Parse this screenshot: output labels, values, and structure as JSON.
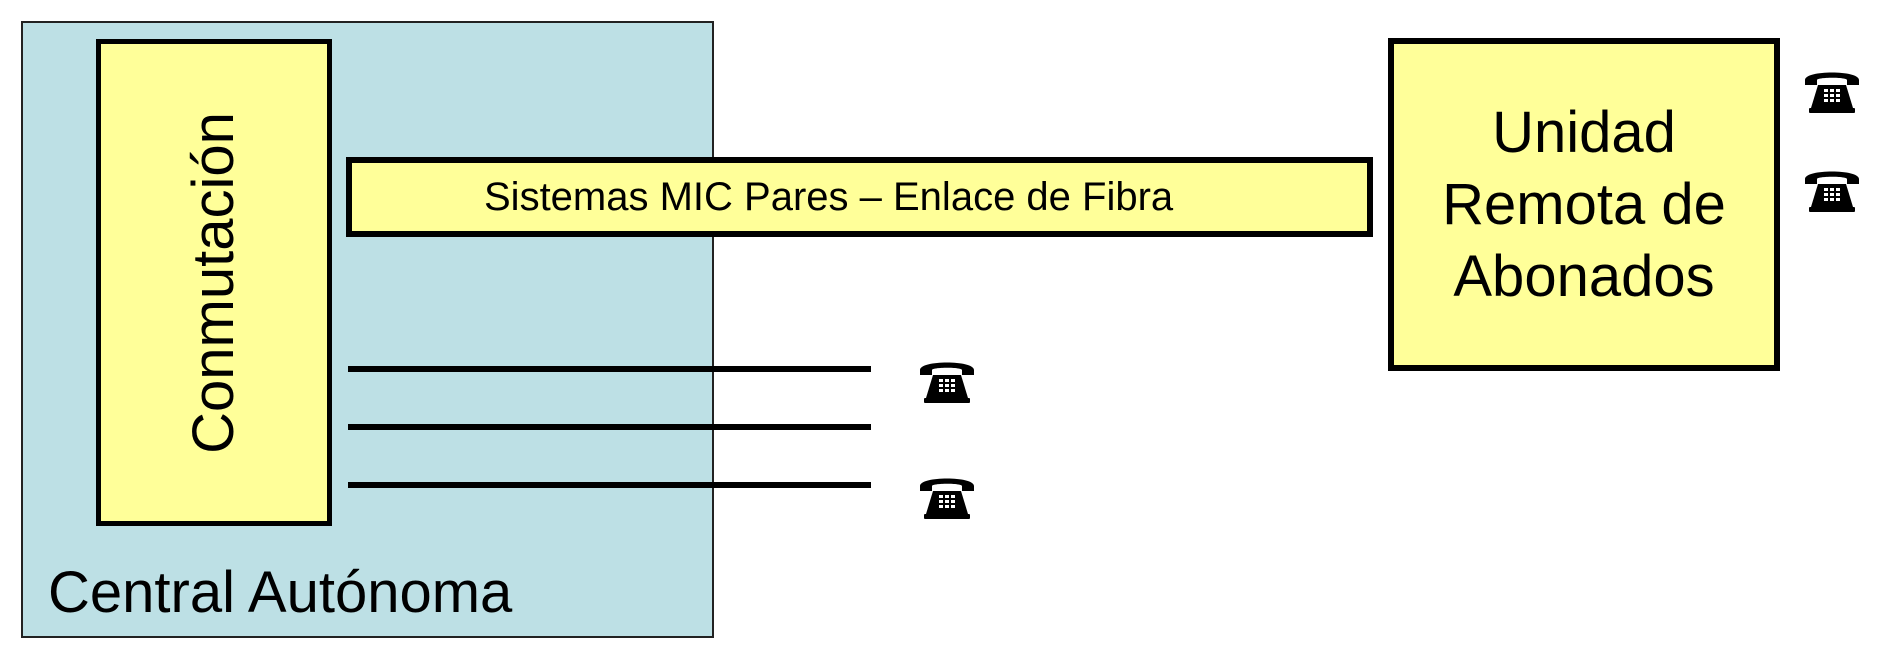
{
  "central": {
    "label": "Central Autónoma",
    "switching_label": "Conmutación"
  },
  "link": {
    "label": "Sistemas MIC Pares – Enlace de Fibra"
  },
  "remote_unit": {
    "lines": [
      "Unidad",
      "Remota de",
      "Abonados"
    ]
  },
  "icons": {
    "phone": "telephone-icon"
  },
  "colors": {
    "central_fill": "#bde0e5",
    "box_fill": "#ffff99",
    "stroke": "#000000"
  }
}
